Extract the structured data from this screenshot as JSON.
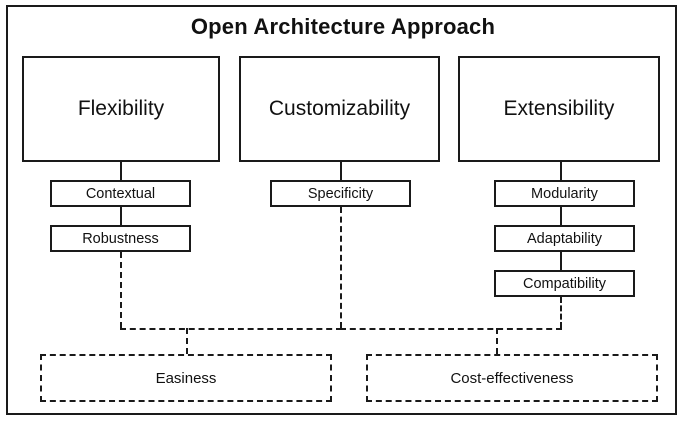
{
  "diagram": {
    "title": "Open Architecture Approach",
    "type": "block-hierarchy",
    "pillars": [
      {
        "label": "Flexibility"
      },
      {
        "label": "Customizability"
      },
      {
        "label": "Extensibility"
      }
    ],
    "attributes": {
      "flexibility": [
        {
          "label": "Contextual"
        },
        {
          "label": "Robustness"
        }
      ],
      "customizability": [
        {
          "label": "Specificity"
        }
      ],
      "extensibility": [
        {
          "label": "Modularity"
        },
        {
          "label": "Adaptability"
        },
        {
          "label": "Compatibility"
        }
      ]
    },
    "outcomes": [
      {
        "label": "Easiness"
      },
      {
        "label": "Cost-effectiveness"
      }
    ],
    "colors": {
      "stroke": "#1a1a1a",
      "background": "#ffffff",
      "text": "#111111"
    }
  }
}
